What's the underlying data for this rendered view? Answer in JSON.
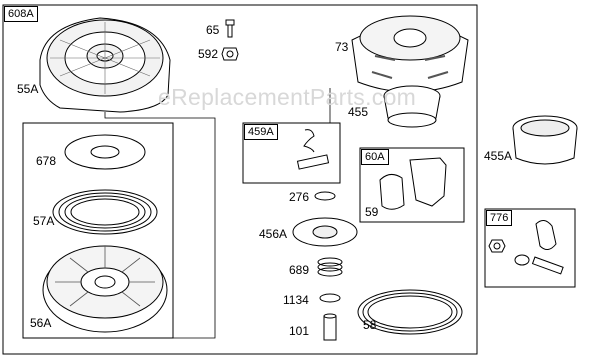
{
  "watermark": "eReplacementParts.com",
  "groups": {
    "g608A": "608A",
    "g459A": "459A",
    "g60A": "60A",
    "g776": "776"
  },
  "parts": {
    "p65": "65",
    "p592": "592",
    "p73": "73",
    "p55A": "55A",
    "p455": "455",
    "p455A": "455A",
    "p678": "678",
    "p57A": "57A",
    "p56A": "56A",
    "p276": "276",
    "p456A": "456A",
    "p689": "689",
    "p1134": "1134",
    "p101": "101",
    "p58": "58",
    "p59": "59"
  }
}
